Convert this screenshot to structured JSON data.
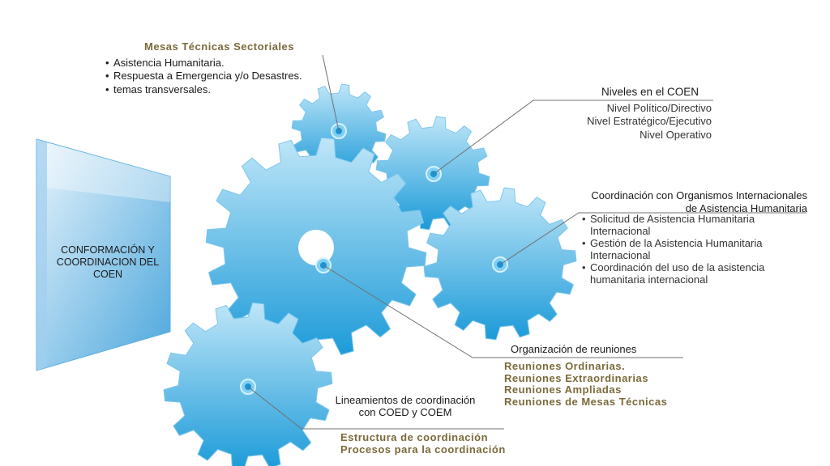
{
  "colors": {
    "gear_light": "#bfe6f8",
    "gear_dark": "#1b9ad8",
    "panel_light": "#e8f4fc",
    "panel_dark": "#4aa6dc",
    "leader": "#707070",
    "accent_text": "#7a6a3a"
  },
  "panel": {
    "label": "CONFORMACIÓN Y COORDINACION DEL COEN"
  },
  "mesas": {
    "title": "Mesas Técnicas Sectoriales",
    "items": [
      "Asistencia Humanitaria.",
      "Respuesta a Emergencia y/o Desastres.",
      "temas transversales."
    ]
  },
  "niveles": {
    "title": "Niveles en el COEN",
    "items": [
      "Nivel Político/Directivo",
      "Nivel Estratégico/Ejecutivo",
      "Nivel Operativo"
    ]
  },
  "coordinacion": {
    "title": "Coordinación con Organismos Internacionales de Asistencia Humanitaria",
    "items": [
      "Solicitud de Asistencia Humanitaria Internacional",
      "Gestión de la Asistencia Humanitaria Internacional",
      "Coordinación del uso de la asistencia humanitaria internacional"
    ]
  },
  "reuniones": {
    "title": "Organización de reuniones",
    "items": [
      "Reuniones Ordinarias.",
      "Reuniones Extraordinarias",
      "Reuniones Ampliadas",
      "Reuniones de Mesas Técnicas"
    ]
  },
  "lineamientos": {
    "title": "Lineamientos de coordinación con COED y COEM",
    "items": [
      "Estructura de coordinación",
      "Procesos para la coordinación"
    ]
  }
}
